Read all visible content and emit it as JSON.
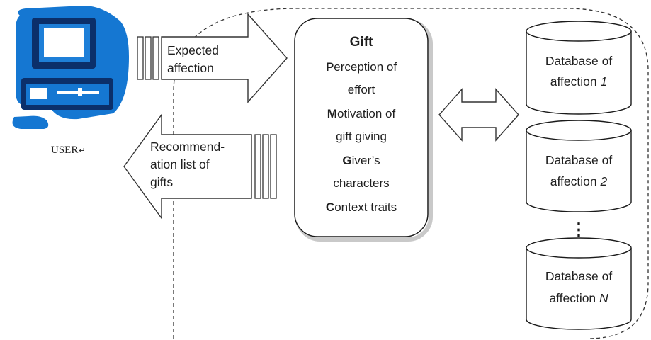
{
  "user": {
    "label": "USER",
    "return_mark": "↵"
  },
  "arrows": {
    "expected_line1": "Expected",
    "expected_line2": "affection",
    "recommend_line1": "Recommend-",
    "recommend_line2": "ation list of",
    "recommend_line3": "gifts"
  },
  "center_box": {
    "title": "Gift",
    "items": [
      {
        "initial": "P",
        "line1_rest": "erception of",
        "line2": "effort"
      },
      {
        "initial": "M",
        "line1_rest": "otivation of",
        "line2": "gift giving"
      },
      {
        "initial": "G",
        "line1_rest": "iver’s",
        "line2": "characters"
      },
      {
        "initial": "C",
        "line1_rest": "ontext traits",
        "line2": ""
      }
    ]
  },
  "databases": [
    {
      "line1": "Database of",
      "line2_prefix": "affection ",
      "index": "1"
    },
    {
      "line1": "Database of",
      "line2_prefix": "affection ",
      "index": "2"
    },
    {
      "line1": "Database of",
      "line2_prefix": "affection ",
      "index": "N"
    }
  ],
  "ellipsis": "⋮",
  "colors": {
    "computer_blue": "#1577d2",
    "screen_dark": "#0b2f6a",
    "line": "#2b2b2b"
  }
}
